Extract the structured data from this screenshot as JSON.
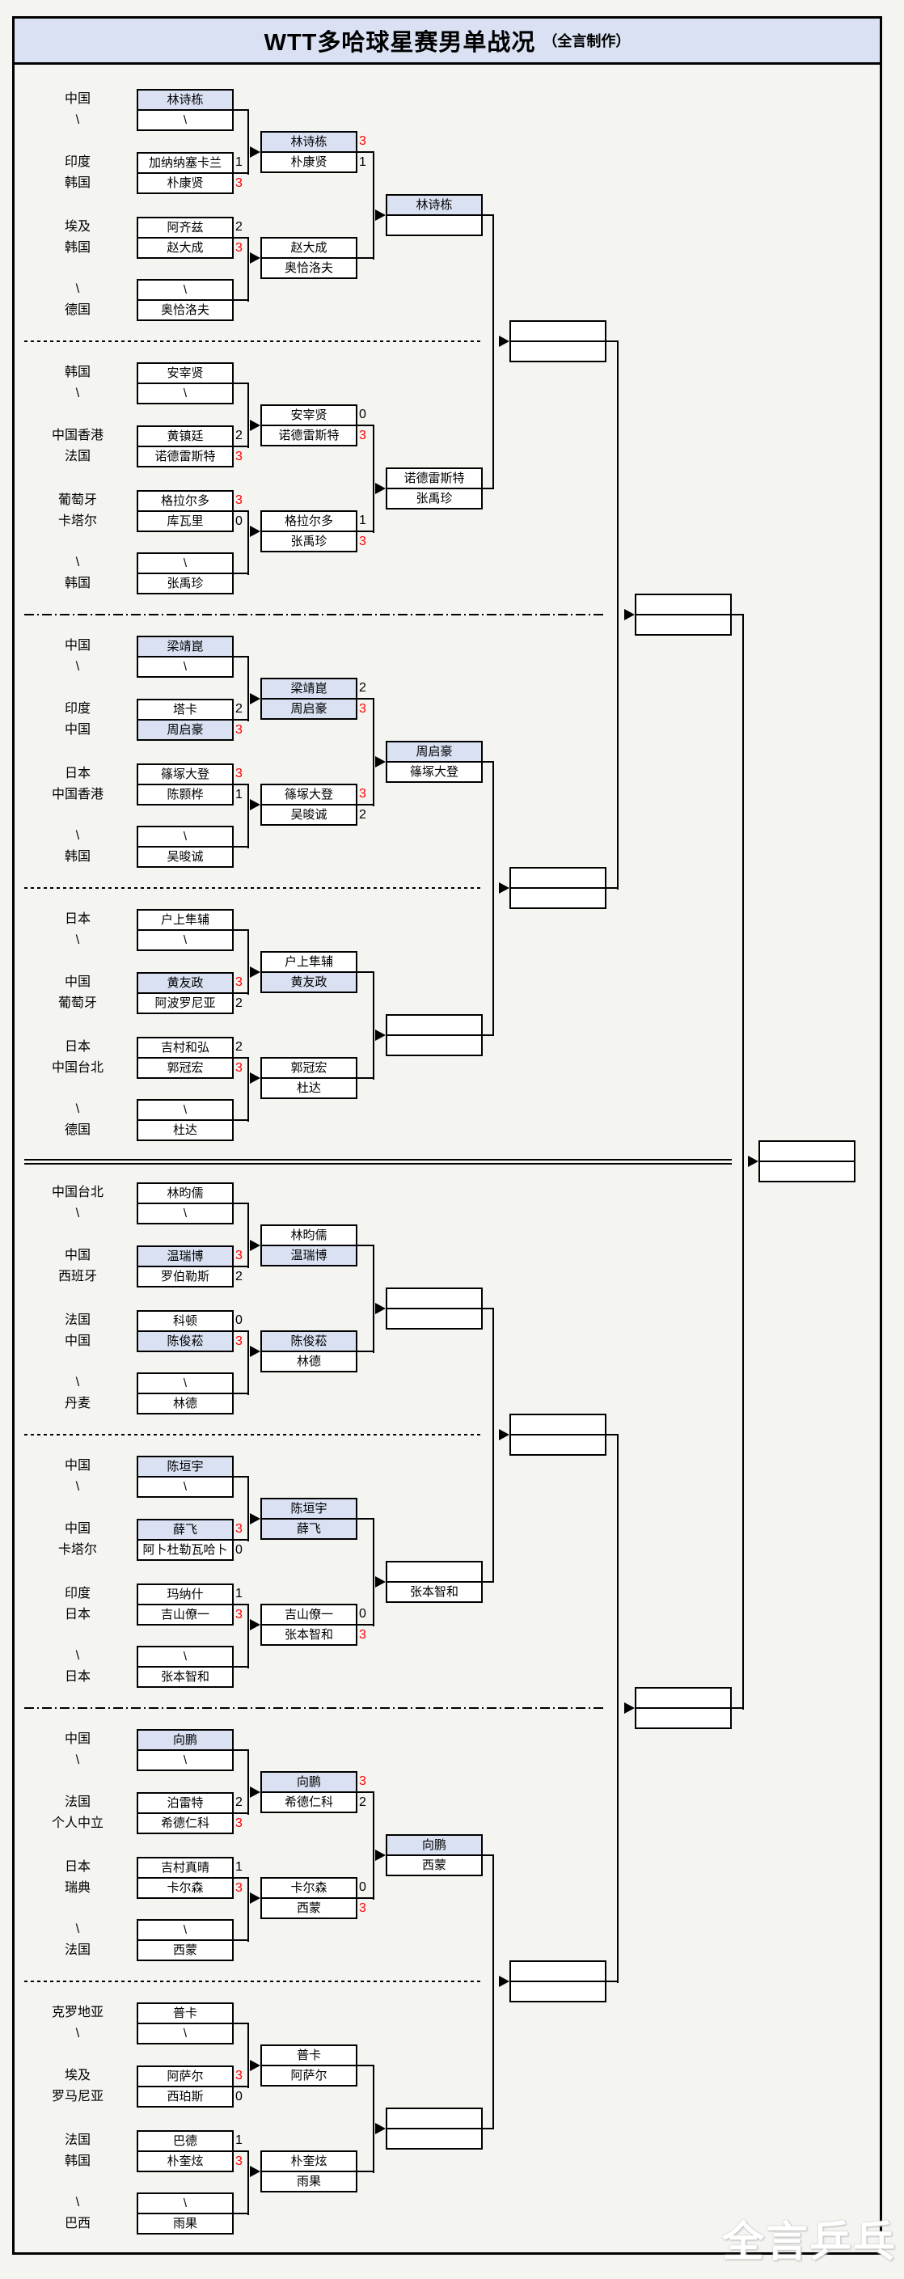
{
  "title": "WTT多哈球星赛男单战况",
  "title_suffix": "（全言制作）",
  "watermark": "全言乒乓",
  "colors": {
    "highlight": "#d9e1f2",
    "win_score": "#ff0000",
    "line": "#000000",
    "title_bg": "#d9e1f2",
    "background": "#f4f4f1"
  },
  "sections": [
    {
      "countries": [
        "中国",
        "\\",
        "印度",
        "韩国",
        "埃及",
        "韩国",
        "\\",
        "德国"
      ],
      "round1": [
        {
          "rows": [
            {
              "name": "林诗栋",
              "highlight": true
            },
            {
              "name": "\\"
            }
          ]
        },
        {
          "rows": [
            {
              "name": "加纳纳塞卡兰",
              "score": "1"
            },
            {
              "name": "朴康贤",
              "score": "3",
              "win": true
            }
          ]
        },
        {
          "rows": [
            {
              "name": "阿齐兹",
              "score": "2"
            },
            {
              "name": "赵大成",
              "score": "3",
              "win": true
            }
          ]
        },
        {
          "rows": [
            {
              "name": "\\"
            },
            {
              "name": "奥恰洛夫"
            }
          ]
        }
      ],
      "round2": [
        {
          "rows": [
            {
              "name": "林诗栋",
              "highlight": true,
              "score": "3",
              "win": true
            },
            {
              "name": "朴康贤",
              "score": "1"
            }
          ]
        },
        {
          "rows": [
            {
              "name": "赵大成"
            },
            {
              "name": "奥恰洛夫"
            }
          ]
        }
      ],
      "round3": {
        "rows": [
          {
            "name": "林诗栋",
            "highlight": true
          },
          {
            "name": ""
          }
        ]
      }
    },
    {
      "countries": [
        "韩国",
        "\\",
        "中国香港",
        "法国",
        "葡萄牙",
        "卡塔尔",
        "\\",
        "韩国"
      ],
      "round1": [
        {
          "rows": [
            {
              "name": "安宰贤"
            },
            {
              "name": "\\"
            }
          ]
        },
        {
          "rows": [
            {
              "name": "黄镇廷",
              "score": "2"
            },
            {
              "name": "诺德雷斯特",
              "score": "3",
              "win": true
            }
          ]
        },
        {
          "rows": [
            {
              "name": "格拉尔多",
              "score": "3",
              "win": true
            },
            {
              "name": "库瓦里",
              "score": "0"
            }
          ]
        },
        {
          "rows": [
            {
              "name": "\\"
            },
            {
              "name": "张禹珍"
            }
          ]
        }
      ],
      "round2": [
        {
          "rows": [
            {
              "name": "安宰贤",
              "score": "0"
            },
            {
              "name": "诺德雷斯特",
              "score": "3",
              "win": true
            }
          ]
        },
        {
          "rows": [
            {
              "name": "格拉尔多",
              "score": "1"
            },
            {
              "name": "张禹珍",
              "score": "3",
              "win": true
            }
          ]
        }
      ],
      "round3": {
        "rows": [
          {
            "name": "诺德雷斯特"
          },
          {
            "name": "张禹珍"
          }
        ]
      }
    },
    {
      "countries": [
        "中国",
        "\\",
        "印度",
        "中国",
        "日本",
        "中国香港",
        "\\",
        "韩国"
      ],
      "round1": [
        {
          "rows": [
            {
              "name": "梁靖崑",
              "highlight": true
            },
            {
              "name": "\\"
            }
          ]
        },
        {
          "rows": [
            {
              "name": "塔卡",
              "score": "2"
            },
            {
              "name": "周启豪",
              "highlight": true,
              "score": "3",
              "win": true
            }
          ]
        },
        {
          "rows": [
            {
              "name": "篠塚大登",
              "score": "3",
              "win": true
            },
            {
              "name": "陈颢桦",
              "score": "1"
            }
          ]
        },
        {
          "rows": [
            {
              "name": "\\"
            },
            {
              "name": "吴晙诚"
            }
          ]
        }
      ],
      "round2": [
        {
          "rows": [
            {
              "name": "梁靖崑",
              "highlight": true,
              "score": "2"
            },
            {
              "name": "周启豪",
              "highlight": true,
              "score": "3",
              "win": true
            }
          ]
        },
        {
          "rows": [
            {
              "name": "篠塚大登",
              "score": "3",
              "win": true
            },
            {
              "name": "吴晙诚",
              "score": "2"
            }
          ]
        }
      ],
      "round3": {
        "rows": [
          {
            "name": "周启豪",
            "highlight": true
          },
          {
            "name": "篠塚大登"
          }
        ]
      }
    },
    {
      "countries": [
        "日本",
        "\\",
        "中国",
        "葡萄牙",
        "日本",
        "中国台北",
        "\\",
        "德国"
      ],
      "round1": [
        {
          "rows": [
            {
              "name": "户上隼辅"
            },
            {
              "name": "\\"
            }
          ]
        },
        {
          "rows": [
            {
              "name": "黄友政",
              "highlight": true,
              "score": "3",
              "win": true
            },
            {
              "name": "阿波罗尼亚",
              "score": "2"
            }
          ]
        },
        {
          "rows": [
            {
              "name": "吉村和弘",
              "score": "2"
            },
            {
              "name": "郭冠宏",
              "score": "3",
              "win": true
            }
          ]
        },
        {
          "rows": [
            {
              "name": "\\"
            },
            {
              "name": "杜达"
            }
          ]
        }
      ],
      "round2": [
        {
          "rows": [
            {
              "name": "户上隼辅"
            },
            {
              "name": "黄友政",
              "highlight": true
            }
          ]
        },
        {
          "rows": [
            {
              "name": "郭冠宏"
            },
            {
              "name": "杜达"
            }
          ]
        }
      ],
      "round3": {
        "rows": [
          {
            "name": ""
          },
          {
            "name": ""
          }
        ]
      }
    },
    {
      "countries": [
        "中国台北",
        "\\",
        "中国",
        "西班牙",
        "法国",
        "中国",
        "\\",
        "丹麦"
      ],
      "round1": [
        {
          "rows": [
            {
              "name": "林昀儒"
            },
            {
              "name": "\\"
            }
          ]
        },
        {
          "rows": [
            {
              "name": "温瑞博",
              "highlight": true,
              "score": "3",
              "win": true
            },
            {
              "name": "罗伯勒斯",
              "score": "2"
            }
          ]
        },
        {
          "rows": [
            {
              "name": "科顿",
              "score": "0"
            },
            {
              "name": "陈俊菘",
              "highlight": true,
              "score": "3",
              "win": true
            }
          ]
        },
        {
          "rows": [
            {
              "name": "\\"
            },
            {
              "name": "林德"
            }
          ]
        }
      ],
      "round2": [
        {
          "rows": [
            {
              "name": "林昀儒"
            },
            {
              "name": "温瑞博",
              "highlight": true
            }
          ]
        },
        {
          "rows": [
            {
              "name": "陈俊菘",
              "highlight": true
            },
            {
              "name": "林德"
            }
          ]
        }
      ],
      "round3": {
        "rows": [
          {
            "name": ""
          },
          {
            "name": ""
          }
        ]
      }
    },
    {
      "countries": [
        "中国",
        "\\",
        "中国",
        "卡塔尔",
        "印度",
        "日本",
        "\\",
        "日本"
      ],
      "round1": [
        {
          "rows": [
            {
              "name": "陈垣宇",
              "highlight": true
            },
            {
              "name": "\\"
            }
          ]
        },
        {
          "rows": [
            {
              "name": "薛飞",
              "highlight": true,
              "score": "3",
              "win": true
            },
            {
              "name": "阿卜杜勒瓦哈卜",
              "score": "0"
            }
          ]
        },
        {
          "rows": [
            {
              "name": "玛纳什",
              "score": "1"
            },
            {
              "name": "吉山僚一",
              "score": "3",
              "win": true
            }
          ]
        },
        {
          "rows": [
            {
              "name": "\\"
            },
            {
              "name": "张本智和"
            }
          ]
        }
      ],
      "round2": [
        {
          "rows": [
            {
              "name": "陈垣宇",
              "highlight": true
            },
            {
              "name": "薛飞",
              "highlight": true
            }
          ]
        },
        {
          "rows": [
            {
              "name": "吉山僚一",
              "score": "0"
            },
            {
              "name": "张本智和",
              "score": "3",
              "win": true
            }
          ]
        }
      ],
      "round3": {
        "rows": [
          {
            "name": ""
          },
          {
            "name": "张本智和"
          }
        ]
      }
    },
    {
      "countries": [
        "中国",
        "\\",
        "法国",
        "个人中立",
        "日本",
        "瑞典",
        "\\",
        "法国"
      ],
      "round1": [
        {
          "rows": [
            {
              "name": "向鹏",
              "highlight": true
            },
            {
              "name": "\\"
            }
          ]
        },
        {
          "rows": [
            {
              "name": "泊雷特",
              "score": "2"
            },
            {
              "name": "希德仁科",
              "score": "3",
              "win": true
            }
          ]
        },
        {
          "rows": [
            {
              "name": "吉村真晴",
              "score": "1"
            },
            {
              "name": "卡尔森",
              "score": "3",
              "win": true
            }
          ]
        },
        {
          "rows": [
            {
              "name": "\\"
            },
            {
              "name": "西蒙"
            }
          ]
        }
      ],
      "round2": [
        {
          "rows": [
            {
              "name": "向鹏",
              "highlight": true,
              "score": "3",
              "win": true
            },
            {
              "name": "希德仁科",
              "score": "2"
            }
          ]
        },
        {
          "rows": [
            {
              "name": "卡尔森",
              "score": "0"
            },
            {
              "name": "西蒙",
              "score": "3",
              "win": true
            }
          ]
        }
      ],
      "round3": {
        "rows": [
          {
            "name": "向鹏",
            "highlight": true
          },
          {
            "name": "西蒙"
          }
        ]
      }
    },
    {
      "countries": [
        "克罗地亚",
        "\\",
        "埃及",
        "罗马尼亚",
        "法国",
        "韩国",
        "\\",
        "巴西"
      ],
      "round1": [
        {
          "rows": [
            {
              "name": "普卡"
            },
            {
              "name": "\\"
            }
          ]
        },
        {
          "rows": [
            {
              "name": "阿萨尔",
              "score": "3",
              "win": true
            },
            {
              "name": "西珀斯",
              "score": "0"
            }
          ]
        },
        {
          "rows": [
            {
              "name": "巴德",
              "score": "1"
            },
            {
              "name": "朴奎炫",
              "score": "3",
              "win": true
            }
          ]
        },
        {
          "rows": [
            {
              "name": "\\"
            },
            {
              "name": "雨果"
            }
          ]
        }
      ],
      "round2": [
        {
          "rows": [
            {
              "name": "普卡"
            },
            {
              "name": "阿萨尔"
            }
          ]
        },
        {
          "rows": [
            {
              "name": "朴奎炫"
            },
            {
              "name": "雨果"
            }
          ]
        }
      ],
      "round3": {
        "rows": [
          {
            "name": ""
          },
          {
            "name": ""
          }
        ]
      }
    }
  ],
  "quarterfinals": [
    {
      "rows": [
        {
          "name": ""
        },
        {
          "name": ""
        }
      ]
    },
    {
      "rows": [
        {
          "name": ""
        },
        {
          "name": ""
        }
      ]
    },
    {
      "rows": [
        {
          "name": ""
        },
        {
          "name": ""
        }
      ]
    },
    {
      "rows": [
        {
          "name": ""
        },
        {
          "name": ""
        }
      ]
    }
  ],
  "semifinals": [
    {
      "rows": [
        {
          "name": ""
        },
        {
          "name": ""
        }
      ]
    },
    {
      "rows": [
        {
          "name": ""
        },
        {
          "name": ""
        }
      ]
    }
  ],
  "final": {
    "rows": [
      {
        "name": ""
      },
      {
        "name": ""
      }
    ]
  },
  "separators": [
    "dashed",
    "dashdot",
    "dashed",
    "double",
    "dashed",
    "dashdot",
    "dashed"
  ]
}
